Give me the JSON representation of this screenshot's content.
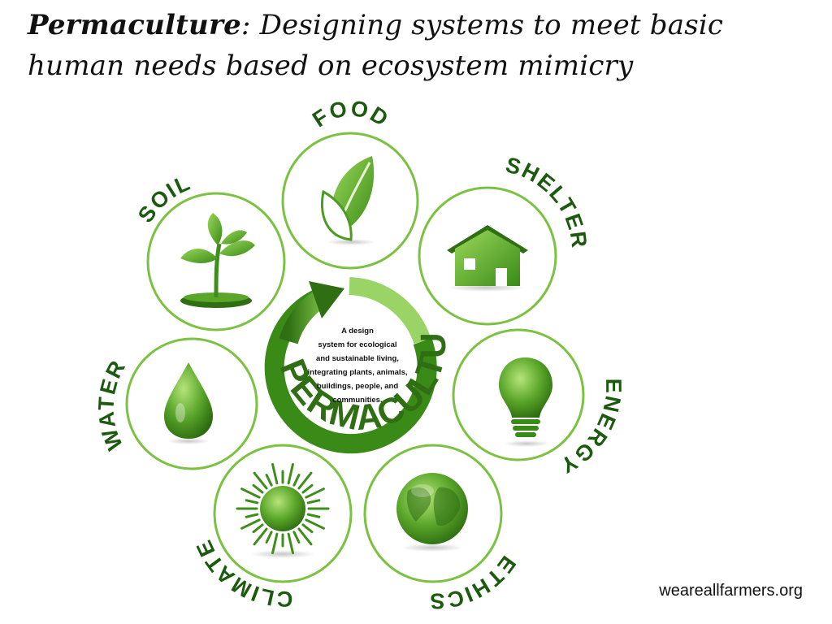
{
  "slide": {
    "title_strong": "Permaculture",
    "title_rest": ": Designing systems to meet basic human needs based on ecosystem mimicry",
    "source": "weareallfarmers.org"
  },
  "diagram": {
    "core": {
      "label": "PERMACULTURE",
      "description": [
        "A design",
        "system for ecological",
        "and sustainable living,",
        "integrating plants, animals,",
        "buildings, people, and",
        "communities."
      ]
    },
    "elements": [
      {
        "label": "FOOD",
        "icon": "leaf-icon"
      },
      {
        "label": "SHELTER",
        "icon": "house-icon"
      },
      {
        "label": "ENERGY",
        "icon": "light-bulb-icon"
      },
      {
        "label": "ETHICS",
        "icon": "globe-icon"
      },
      {
        "label": "CLIMATE",
        "icon": "sun-icon"
      },
      {
        "label": "WATER",
        "icon": "water-drop-icon"
      },
      {
        "label": "SOIL",
        "icon": "seedling-icon"
      }
    ],
    "colors": {
      "ring": "#7cc242",
      "dark_green": "#2f6e13",
      "mid_green": "#4f9a22",
      "light_green": "#8fd14f",
      "label": "#1c5b0f"
    }
  }
}
